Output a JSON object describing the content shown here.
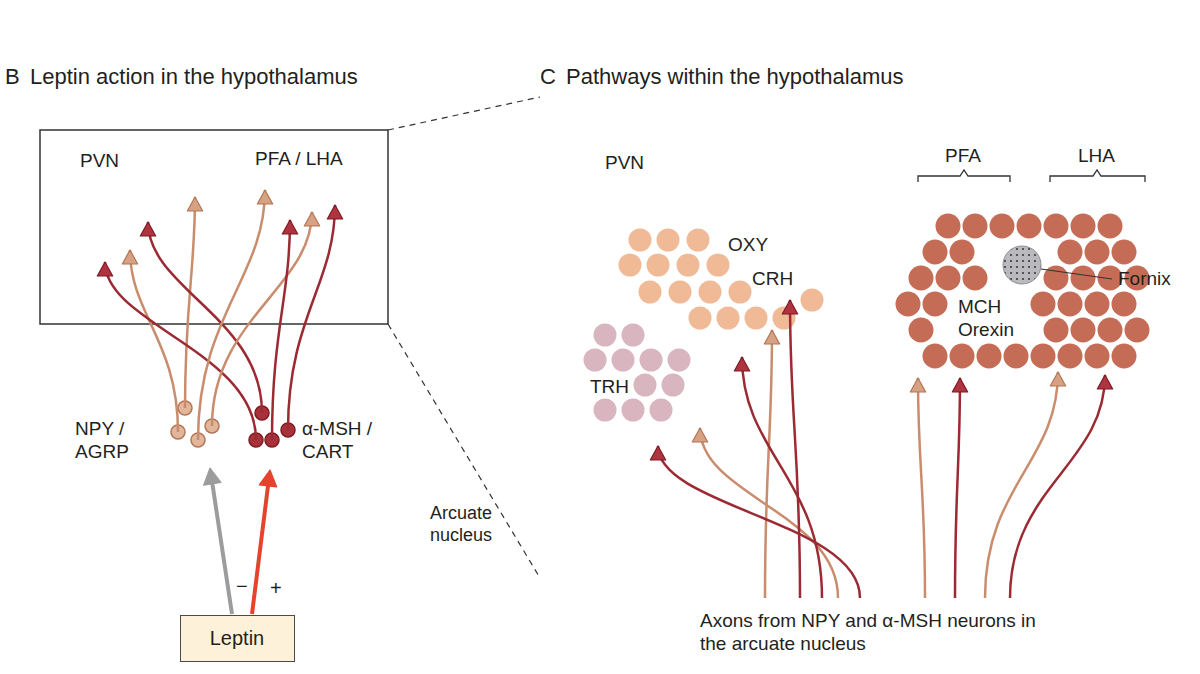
{
  "diagram": {
    "nodes": [
      {
        "text": [
          "PVN"
        ]
      },
      {
        "text": [
          "PFA / LHA"
        ]
      },
      {
        "text": [
          "NPY / AGRP",
          "α-MSH / CART",
          "Arcuate nucleus"
        ]
      },
      {
        "text": [
          "Leptin"
        ]
      },
      {
        "text": [
          "PVN",
          "OXY",
          "CRH",
          "TRH"
        ]
      },
      {
        "text": [
          "PFA",
          "LHA",
          "MCH Orexin"
        ]
      }
    ],
    "edges": [
      {
        "from": 3,
        "to": 2,
        "arrow": "to",
        "label": "−"
      },
      {
        "from": 3,
        "to": 2,
        "arrow": "to",
        "label": "+"
      },
      {
        "from": 2,
        "to": 0,
        "arrow": "to"
      },
      {
        "from": 2,
        "to": 0,
        "arrow": "to"
      },
      {
        "from": 2,
        "to": 0,
        "arrow": "to"
      },
      {
        "from": 2,
        "to": 0,
        "arrow": "to"
      },
      {
        "from": 2,
        "to": 1,
        "arrow": "to"
      },
      {
        "from": 2,
        "to": 1,
        "arrow": "to"
      },
      {
        "from": 2,
        "to": 1,
        "arrow": "to"
      },
      {
        "from": 2,
        "to": 1,
        "arrow": "to"
      }
    ],
    "labels": [
      "B",
      "Leptin action in the hypothalamus",
      "C",
      "Pathways within the hypothalamus",
      "Fornix",
      "Axons from NPY and α-MSH neurons in the arcuate nucleus"
    ]
  }
}
